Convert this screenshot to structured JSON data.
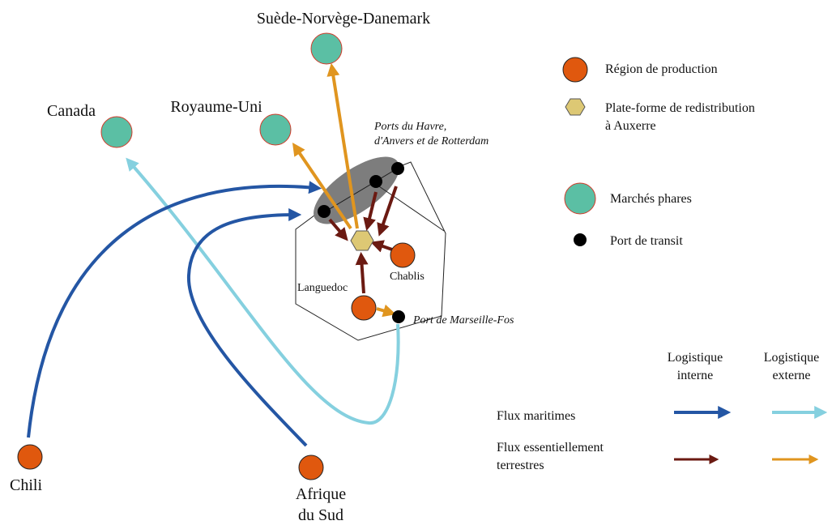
{
  "map": {
    "markets": {
      "sweden": "Suède-Norvège-Danemark",
      "uk": "Royaume-Uni",
      "canada": "Canada"
    },
    "ports": {
      "north_line1": "Ports du Havre,",
      "north_line2": "d'Anvers et de Rotterdam",
      "south": "Port de Marseille-Fos"
    },
    "regions": {
      "languedoc": "Languedoc",
      "chablis": "Chablis",
      "chili": "Chili",
      "south_africa_line1": "Afrique",
      "south_africa_line2": "du Sud"
    }
  },
  "legend": {
    "production": "Région de production",
    "platform_line1": "Plate-forme de redistribution",
    "platform_line2": "à Auxerre",
    "markets": "Marchés phares",
    "transit": "Port de transit",
    "col_internal_line1": "Logistique",
    "col_internal_line2": "interne",
    "col_external_line1": "Logistique",
    "col_external_line2": "externe",
    "row_sea": "Flux maritimes",
    "row_land_line1": "Flux essentiellement",
    "row_land_line2": "terrestres"
  },
  "colors": {
    "production": "#e0580e",
    "market": "#5bbfa4",
    "platform": "#ddc874",
    "port": "#000000",
    "sea_internal": "#2456a4",
    "sea_external": "#85d0df",
    "land_internal": "#6b1a12",
    "land_external": "#e0951f",
    "port_zone": "#7d7d7d"
  }
}
